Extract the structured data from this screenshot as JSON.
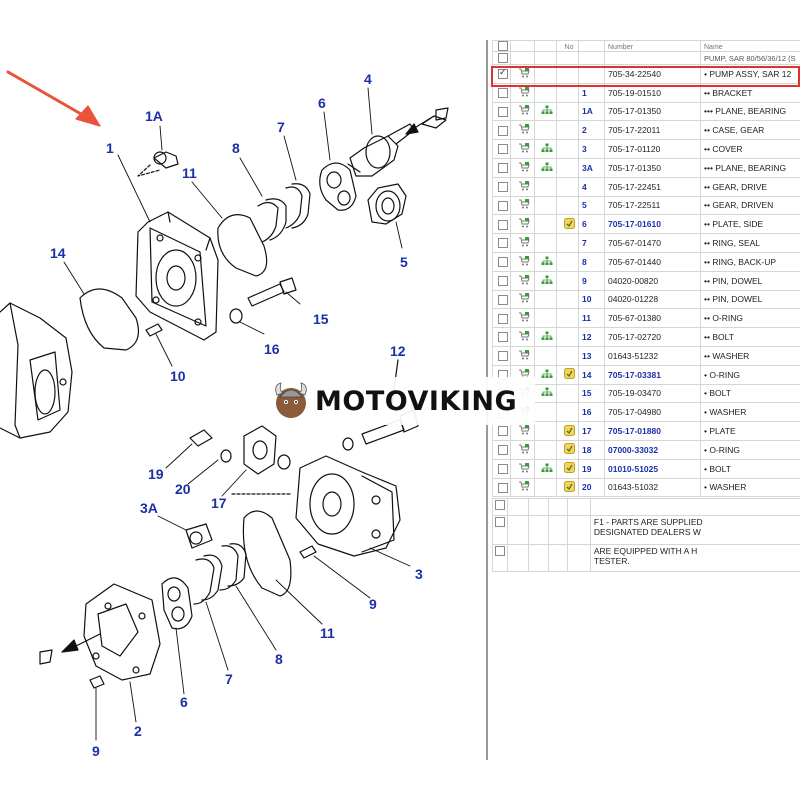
{
  "diagram": {
    "callouts": [
      "1A",
      "1",
      "11",
      "8",
      "7",
      "6",
      "4",
      "14",
      "15",
      "16",
      "10",
      "5",
      "12",
      "19",
      "20",
      "17",
      "3A",
      "3",
      "9",
      "11",
      "8",
      "7",
      "6",
      "2",
      "9"
    ]
  },
  "parts_table": {
    "header": {
      "no": "No",
      "part_number": "Number",
      "name": "Name"
    },
    "top_row_name": "PUMP, SAR 80/56/36/12 (S",
    "rows": [
      {
        "key": "",
        "part_number": "705-34-22540",
        "name": "• PUMP ASSY, SAR 12",
        "checked": true,
        "struct": false,
        "info": false,
        "link": false
      },
      {
        "key": "1",
        "part_number": "705-19-01510",
        "name": "•• BRACKET",
        "struct": false,
        "info": false,
        "link": false
      },
      {
        "key": "1A",
        "part_number": "705-17-01350",
        "name": "••• PLANE, BEARING",
        "struct": true,
        "info": false,
        "link": false
      },
      {
        "key": "2",
        "part_number": "705-17-22011",
        "name": "•• CASE, GEAR",
        "struct": false,
        "info": false,
        "link": false
      },
      {
        "key": "3",
        "part_number": "705-17-01120",
        "name": "•• COVER",
        "struct": true,
        "info": false,
        "link": false
      },
      {
        "key": "3A",
        "part_number": "705-17-01350",
        "name": "••• PLANE, BEARING",
        "struct": true,
        "info": false,
        "link": false
      },
      {
        "key": "4",
        "part_number": "705-17-22451",
        "name": "•• GEAR, DRIVE",
        "struct": false,
        "info": false,
        "link": false
      },
      {
        "key": "5",
        "part_number": "705-17-22511",
        "name": "•• GEAR, DRIVEN",
        "struct": false,
        "info": false,
        "link": false
      },
      {
        "key": "6",
        "part_number": "705-17-01610",
        "name": "•• PLATE, SIDE",
        "struct": false,
        "info": true,
        "link": true
      },
      {
        "key": "7",
        "part_number": "705-67-01470",
        "name": "•• RING, SEAL",
        "struct": false,
        "info": false,
        "link": false
      },
      {
        "key": "8",
        "part_number": "705-67-01440",
        "name": "•• RING, BACK-UP",
        "struct": true,
        "info": false,
        "link": false
      },
      {
        "key": "9",
        "part_number": "04020-00820",
        "name": "•• PIN, DOWEL",
        "struct": true,
        "info": false,
        "link": false
      },
      {
        "key": "10",
        "part_number": "04020-01228",
        "name": "•• PIN, DOWEL",
        "struct": false,
        "info": false,
        "link": false
      },
      {
        "key": "11",
        "part_number": "705-67-01380",
        "name": "•• O-RING",
        "struct": false,
        "info": false,
        "link": false
      },
      {
        "key": "12",
        "part_number": "705-17-02720",
        "name": "•• BOLT",
        "struct": true,
        "info": false,
        "link": false
      },
      {
        "key": "13",
        "part_number": "01643-51232",
        "name": "•• WASHER",
        "struct": false,
        "info": false,
        "link": false
      },
      {
        "key": "14",
        "part_number": "705-17-03381",
        "name": "• O-RING",
        "struct": true,
        "info": true,
        "link": true
      },
      {
        "key": "15",
        "part_number": "705-19-03470",
        "name": "• BOLT",
        "struct": true,
        "info": false,
        "link": false
      },
      {
        "key": "16",
        "part_number": "705-17-04980",
        "name": "• WASHER",
        "struct": false,
        "info": false,
        "link": false
      },
      {
        "key": "17",
        "part_number": "705-17-01880",
        "name": "• PLATE",
        "struct": false,
        "info": true,
        "link": true
      },
      {
        "key": "18",
        "part_number": "07000-33032",
        "name": "• O-RING",
        "struct": false,
        "info": true,
        "link": true
      },
      {
        "key": "19",
        "part_number": "01010-51025",
        "name": "• BOLT",
        "struct": true,
        "info": true,
        "link": true
      },
      {
        "key": "20",
        "part_number": "01643-51032",
        "name": "• WASHER",
        "struct": false,
        "info": true,
        "link": false
      }
    ],
    "notes": [
      [
        "F1 - PARTS ARE SUPPLIED",
        "DESIGNATED DEALERS W"
      ],
      [
        "ARE EQUIPPED WITH A H",
        "TESTER."
      ]
    ]
  },
  "watermark": {
    "text": "MOTOVIKING"
  },
  "colors": {
    "callout": "#1b2fa8",
    "highlight": "#e03030",
    "arrow": "#e8533a",
    "struct_icon": "#3a9a3a",
    "info_icon": "#e0b020"
  }
}
